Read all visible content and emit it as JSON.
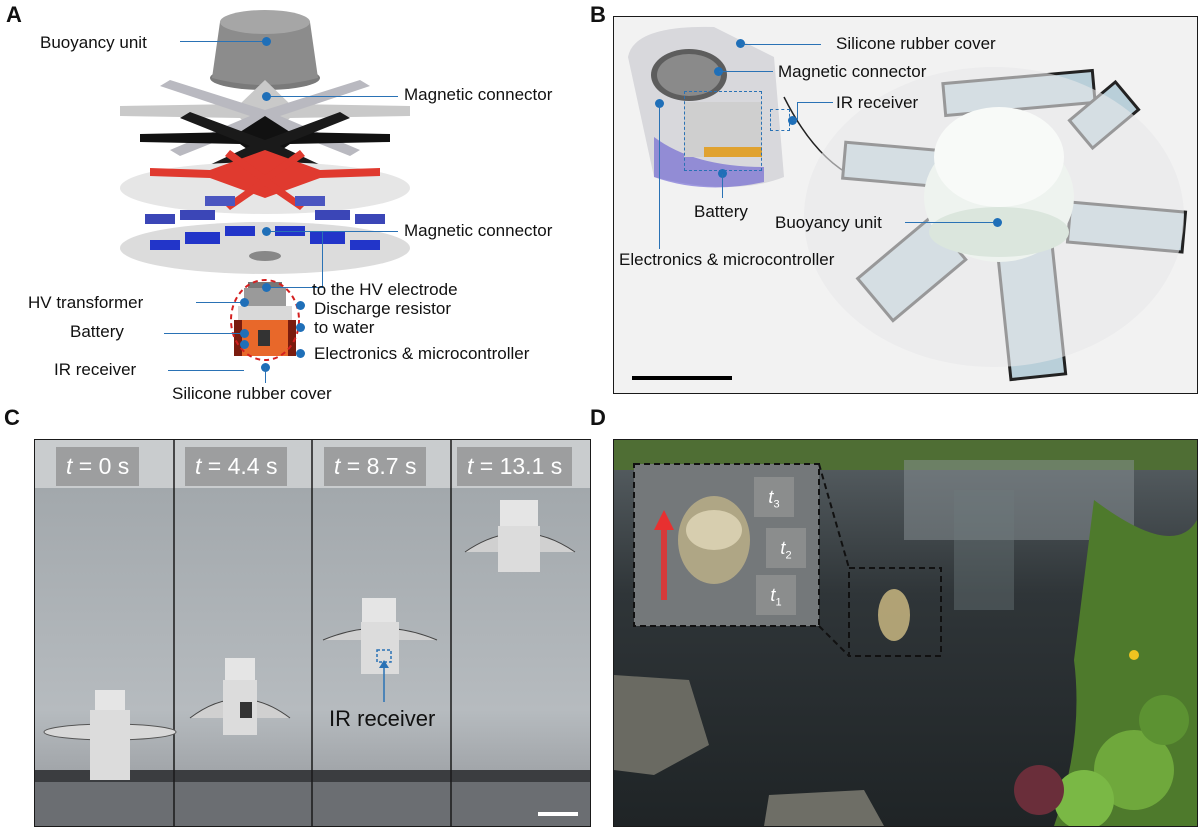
{
  "panels": {
    "A": {
      "letter": "A",
      "labels": {
        "buoyancy_unit": "Buoyancy unit",
        "magnetic_connector_top": "Magnetic connector",
        "magnetic_connector_mid": "Magnetic connector",
        "to_hv_electrode": "to the HV electrode",
        "hv_transformer": "HV transformer",
        "discharge_resistor": "Discharge resistor",
        "battery": "Battery",
        "to_water": "to water",
        "ir_receiver": "IR receiver",
        "electronics": "Electronics & microcontroller",
        "silicone_cover": "Silicone rubber cover"
      }
    },
    "B": {
      "letter": "B",
      "labels": {
        "silicone_cover": "Silicone rubber cover",
        "magnetic_connector": "Magnetic connector",
        "ir_receiver": "IR receiver",
        "battery": "Battery",
        "buoyancy_unit": "Buoyancy unit",
        "electronics": "Electronics & microcontroller"
      }
    },
    "C": {
      "letter": "C",
      "frames": [
        {
          "t_var": "t",
          "t_rest": " = 0 s"
        },
        {
          "t_var": "t",
          "t_rest": " = 4.4 s"
        },
        {
          "t_var": "t",
          "t_rest": " = 8.7 s"
        },
        {
          "t_var": "t",
          "t_rest": " = 13.1 s"
        }
      ],
      "ir_receiver": "IR receiver"
    },
    "D": {
      "letter": "D",
      "time_marks": [
        {
          "var": "t",
          "sub": "3"
        },
        {
          "var": "t",
          "sub": "2"
        },
        {
          "var": "t",
          "sub": "1"
        }
      ]
    }
  },
  "colors": {
    "callout_blue": "#1f6fb8",
    "robot_red": "#e03a2f",
    "robot_blue": "#2235c9",
    "arrow_red": "#e83030"
  }
}
